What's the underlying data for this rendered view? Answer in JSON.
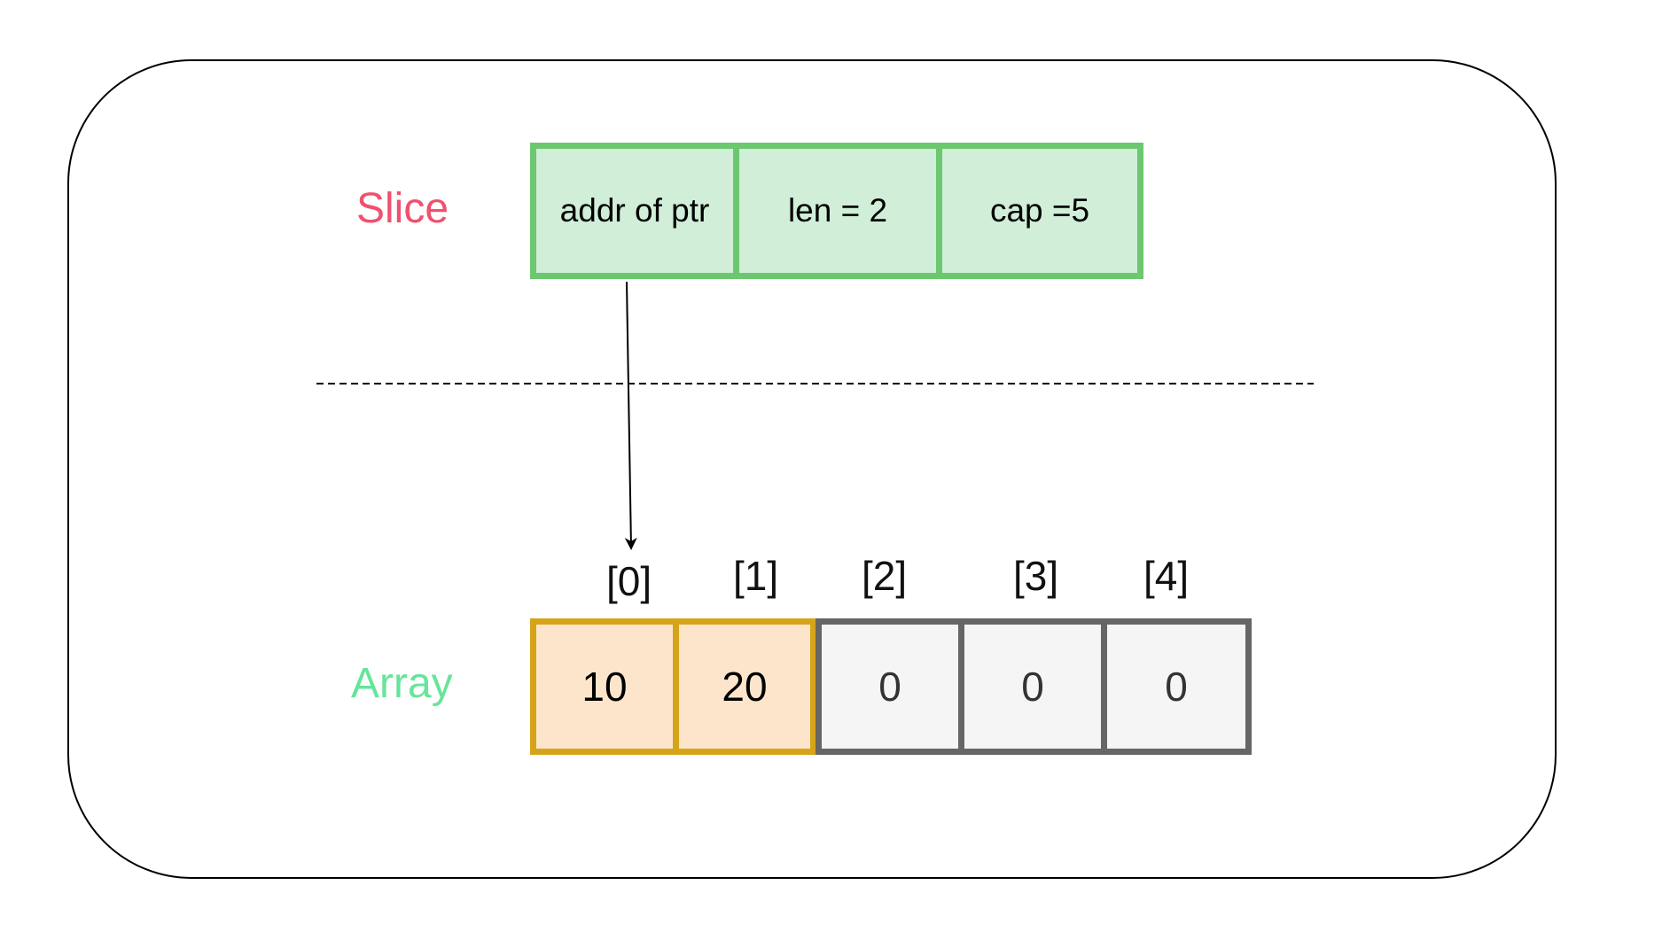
{
  "slice": {
    "label": "Slice",
    "fields": [
      "addr of ptr",
      "len = 2",
      "cap =5"
    ]
  },
  "array": {
    "label": "Array",
    "indices": [
      "[0]",
      "[1]",
      "[2]",
      "[3]",
      "[4]"
    ],
    "values": [
      "10",
      "20",
      "0",
      "0",
      "0"
    ]
  },
  "colors": {
    "slice_label": "#f0506e",
    "array_label": "#66e59a",
    "slice_fill": "#d0eed8",
    "slice_border": "#6cc86e",
    "used_fill": "#fde5cc",
    "used_border": "#d6a41a",
    "free_fill": "#f5f5f5",
    "free_border": "#666666"
  }
}
